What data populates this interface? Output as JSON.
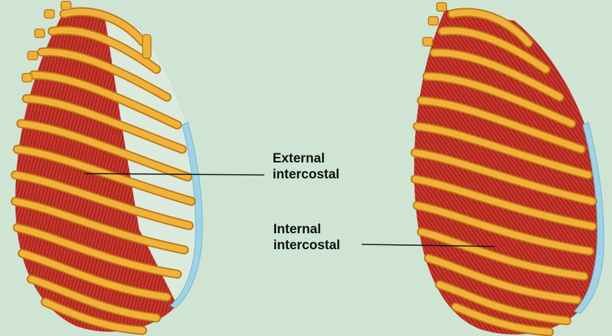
{
  "colors": {
    "background": "#cfe4d2",
    "rib": "#f2b23a",
    "rib_edge": "#b97912",
    "muscle": "#c8352a",
    "muscle_fiber": "#8e1d16",
    "cartilage": "#9fd2e6",
    "leader_line": "#111111"
  },
  "labels": {
    "external_line1": "External",
    "external_line2": "intercostal",
    "internal_line1": "Internal",
    "internal_line2": "intercostal"
  }
}
